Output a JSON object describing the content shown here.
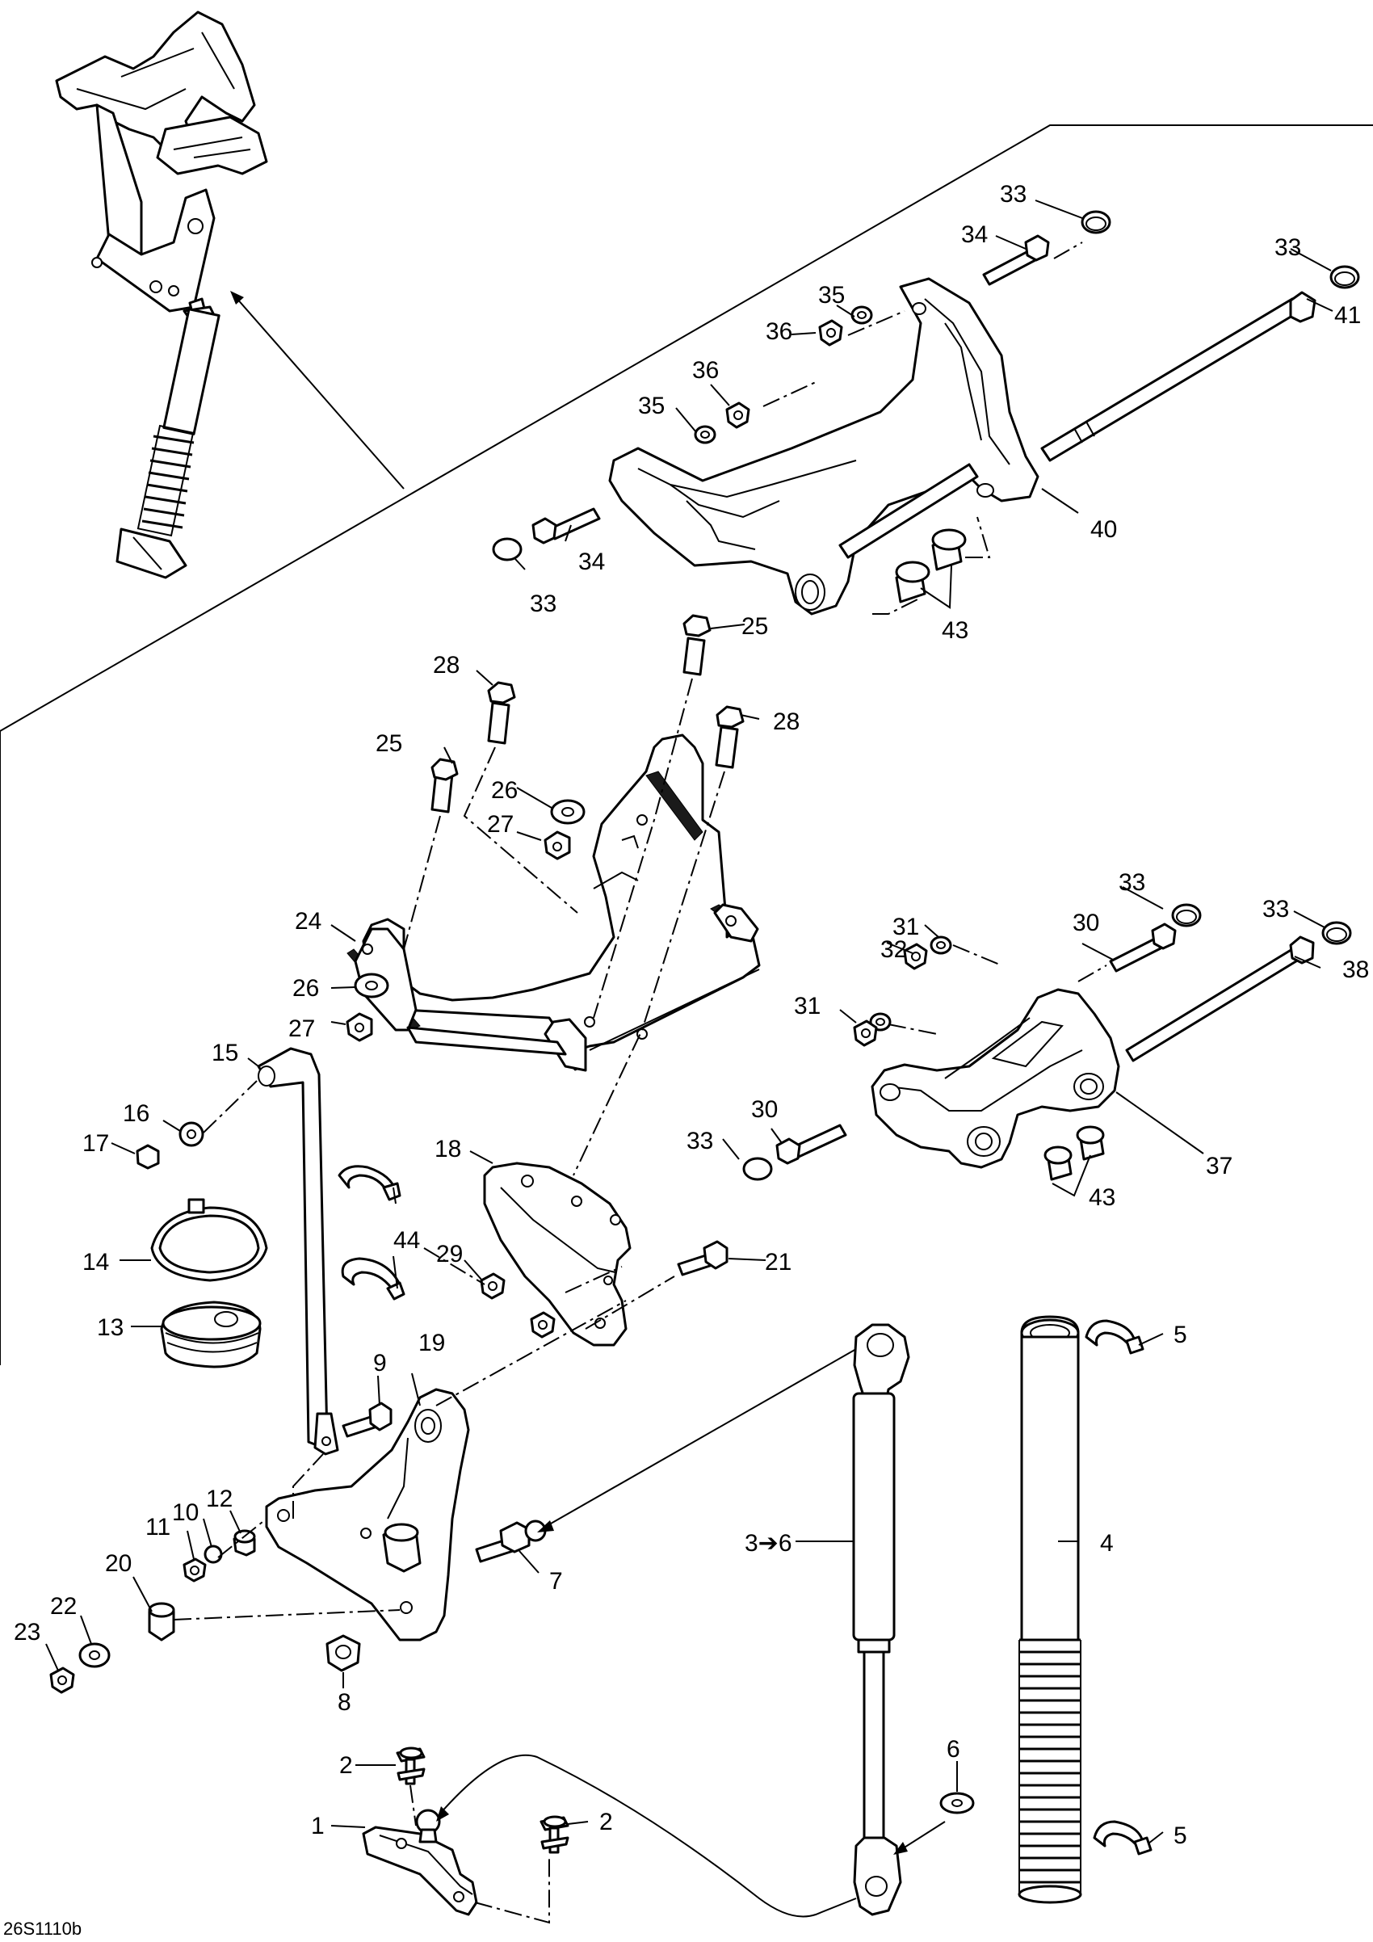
{
  "figure_code": "26S1110b",
  "callouts": {
    "c1": "1",
    "c2a": "2",
    "c2b": "2",
    "c3": "3➔6",
    "c4": "4",
    "c5a": "5",
    "c5b": "5",
    "c6": "6",
    "c7": "7",
    "c8": "8",
    "c9": "9",
    "c10": "10",
    "c11": "11",
    "c12": "12",
    "c13": "13",
    "c14": "14",
    "c15": "15",
    "c16": "16",
    "c17": "17",
    "c18": "18",
    "c19": "19",
    "c20": "20",
    "c21": "21",
    "c22": "22",
    "c23": "23",
    "c24": "24",
    "c25a": "25",
    "c25b": "25",
    "c26a": "26",
    "c26b": "26",
    "c27a": "27",
    "c27b": "27",
    "c28a": "28",
    "c28b": "28",
    "c29": "29",
    "c30a": "30",
    "c30b": "30",
    "c31a": "31",
    "c31b": "31",
    "c32": "32",
    "c33a": "33",
    "c33b": "33",
    "c33c": "33",
    "c33d": "33",
    "c33e": "33",
    "c33f": "33",
    "c34a": "34",
    "c34b": "34",
    "c35a": "35",
    "c35b": "35",
    "c36a": "36",
    "c36b": "36",
    "c37": "37",
    "c38": "38",
    "c40": "40",
    "c41": "41",
    "c43a": "43",
    "c43b": "43",
    "c44": "44"
  }
}
